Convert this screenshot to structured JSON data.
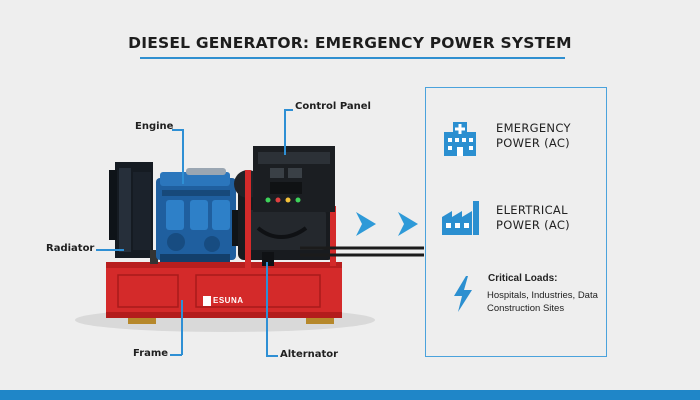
{
  "header": {
    "title": "DIESEL GENERATOR: EMERGENCY POWER SYSTEM"
  },
  "callouts": {
    "engine": "Engine",
    "control_panel": "Control Panel",
    "radiator": "Radiator",
    "frame": "Frame",
    "alternator": "Alternator"
  },
  "generator": {
    "brand_text": "ESUNA"
  },
  "outputs": {
    "emergency": {
      "label_line1": "EMERGENCY",
      "label_line2": "POWER (AC)",
      "icon": "hospital-icon"
    },
    "electrical": {
      "label_line1": "ELERTRICAL",
      "label_line2": "POWER (AC)",
      "icon": "factory-icon"
    },
    "critical": {
      "title": "Critical Loads:",
      "description": "Hospitals, Industries, Data Construction Sites",
      "icon": "lightning-icon"
    }
  },
  "colors": {
    "accent_blue": "#1f86c8",
    "frame_red": "#d42a2a",
    "engine_blue": "#1f5f9f"
  }
}
